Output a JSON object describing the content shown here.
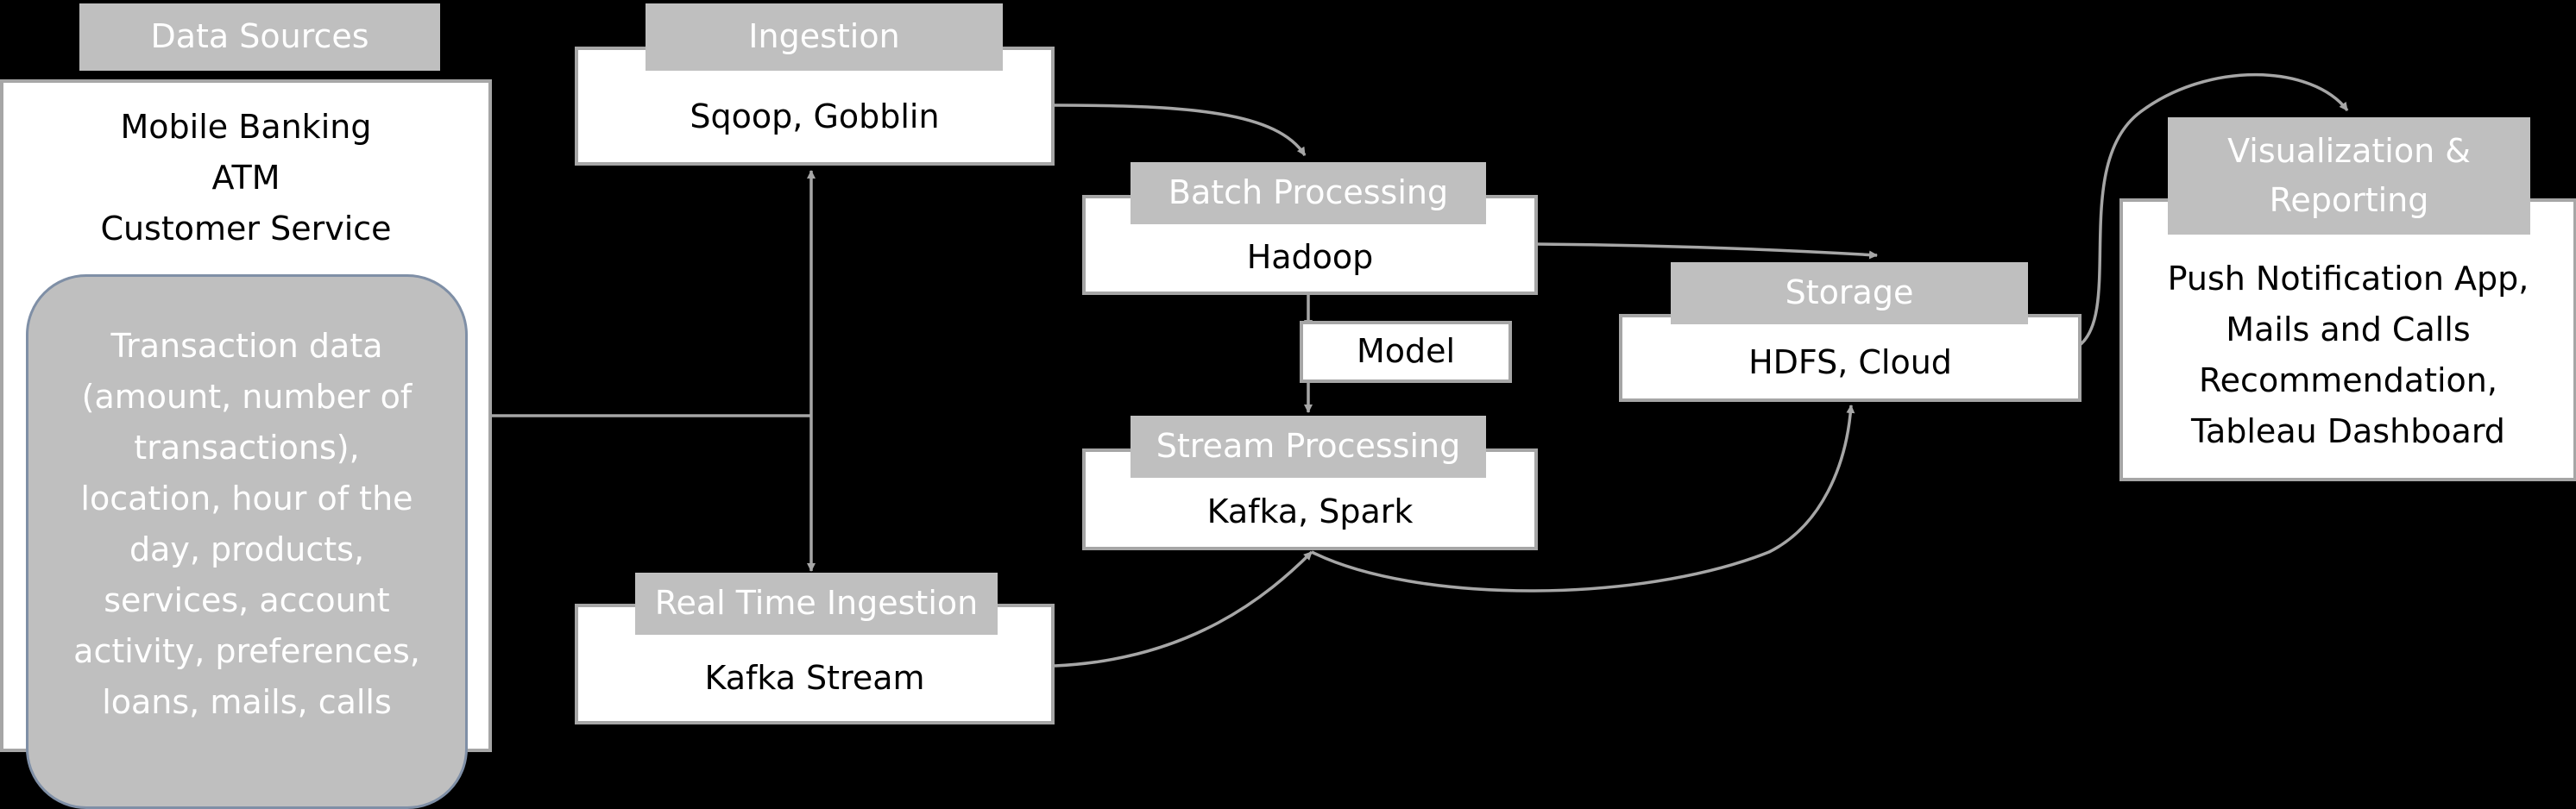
{
  "data_sources": {
    "label": "Data Sources",
    "line1": "Mobile Banking",
    "line2": "ATM",
    "line3": "Customer Service",
    "detail_lines": [
      "Transaction data",
      "(amount, number of",
      "transactions),",
      "location, hour of the",
      "day, products,",
      "services, account",
      "activity, preferences,",
      "loans, mails, calls"
    ]
  },
  "ingestion": {
    "label": "Ingestion",
    "text": "Sqoop, Gobblin"
  },
  "batch": {
    "label": "Batch Processing",
    "text": "Hadoop"
  },
  "model": {
    "text": "Model"
  },
  "stream": {
    "label": "Stream Processing",
    "text": "Kafka, Spark"
  },
  "realtime": {
    "label": "Real Time Ingestion",
    "text": "Kafka Stream"
  },
  "storage": {
    "label": "Storage",
    "text": "HDFS, Cloud"
  },
  "viz": {
    "label_line1": "Visualization &",
    "label_line2": "Reporting",
    "lines": [
      "Push Notification App,",
      "Mails and Calls",
      "Recommendation,",
      "Tableau Dashboard"
    ]
  },
  "colors": {
    "background": "#000000",
    "box_fill": "#ffffff",
    "box_border": "#a6a6a6",
    "label_fill": "#bfbfbf",
    "label_text": "#ffffff",
    "connector": "#a6a6a6"
  }
}
